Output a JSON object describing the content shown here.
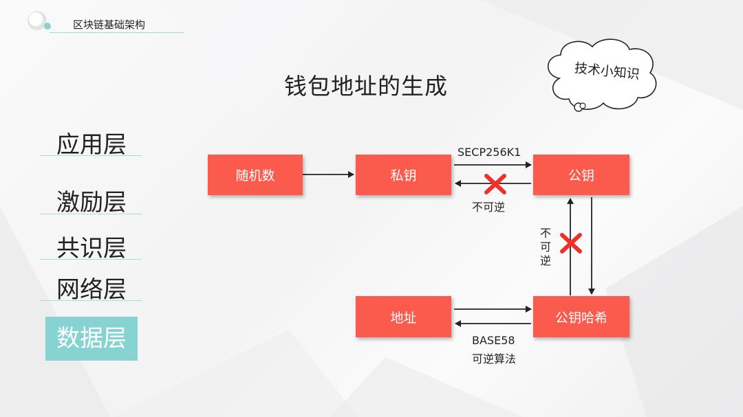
{
  "header": {
    "title": "区块链基础架构"
  },
  "page_title": "钱包地址的生成",
  "cloud_label": "技术小知识",
  "layers": [
    "应用层",
    "激励层",
    "共识层",
    "网络层",
    "数据层"
  ],
  "diagram": {
    "nodes": {
      "random": "随机数",
      "private_key": "私钥",
      "public_key": "公钥",
      "address": "地址",
      "pubkey_hash": "公钥哈希"
    },
    "labels": {
      "secp": "SECP256K1",
      "irreversible_h": "不可逆",
      "irreversible_v": [
        "不",
        "可",
        "逆"
      ],
      "base58": "BASE58",
      "reversible": "可逆算法"
    },
    "colors": {
      "node": "#fb5b4d",
      "cross": "#f0312a",
      "accent": "#86d3d1"
    }
  }
}
